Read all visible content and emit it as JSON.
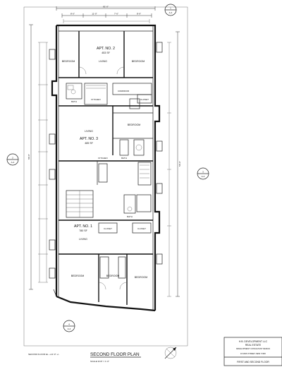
{
  "drawing": {
    "top_overall_dim": "81'-0\"",
    "upper_dims": [
      "8'-0\"",
      "11'-0\"",
      "7'-6\"",
      "8'-9\""
    ],
    "left_overall_dim": "89'-0\"",
    "right_overall_dim": "50'-0\"",
    "section_marks": [
      {
        "num": "1",
        "sheet": "A-4"
      },
      {
        "num": "2",
        "sheet": "A-4"
      },
      {
        "num": "3",
        "sheet": "A-4"
      },
      {
        "num": "4",
        "sheet": "A-4"
      }
    ],
    "apartments": [
      {
        "label": "APT. NO. 2",
        "area": "453 SF",
        "rooms": [
          "BEDROOM",
          "LIVING",
          "BEDROOM"
        ]
      },
      {
        "label": "APT. NO. 3",
        "area": "485 SF",
        "rooms": [
          "LIVING",
          "BEDROOM"
        ]
      },
      {
        "label": "APT. NO. 1",
        "area": "780 SF",
        "rooms": [
          "LIVING",
          "BEDROOM",
          "BEDROOM",
          "BEDROOM"
        ]
      }
    ],
    "support_rooms": [
      "BATH",
      "KITCHEN",
      "CORRIDOR",
      "CLOSET",
      "BATH",
      "KITCHEN",
      "BATH",
      "CLOSET",
      "CLOSET"
    ]
  },
  "footer": {
    "floor_elevation_label": "SECOND FLOOR EL. +12'-0\" +/-",
    "plan_title": "SECOND FLOOR PLAN",
    "scale": "SCALE 3/16\" = 1'-0\""
  },
  "title_block": {
    "project": "H.B. DEVELOPMENT LLC",
    "subtitle": "REAL ESTATE",
    "line3": "DEVELOPMENT CONSULTANT DESIGN",
    "line4": "10 MAIN STREET, NEW YORK",
    "sheet_title": "FIRST AND SECOND FLOOR"
  }
}
